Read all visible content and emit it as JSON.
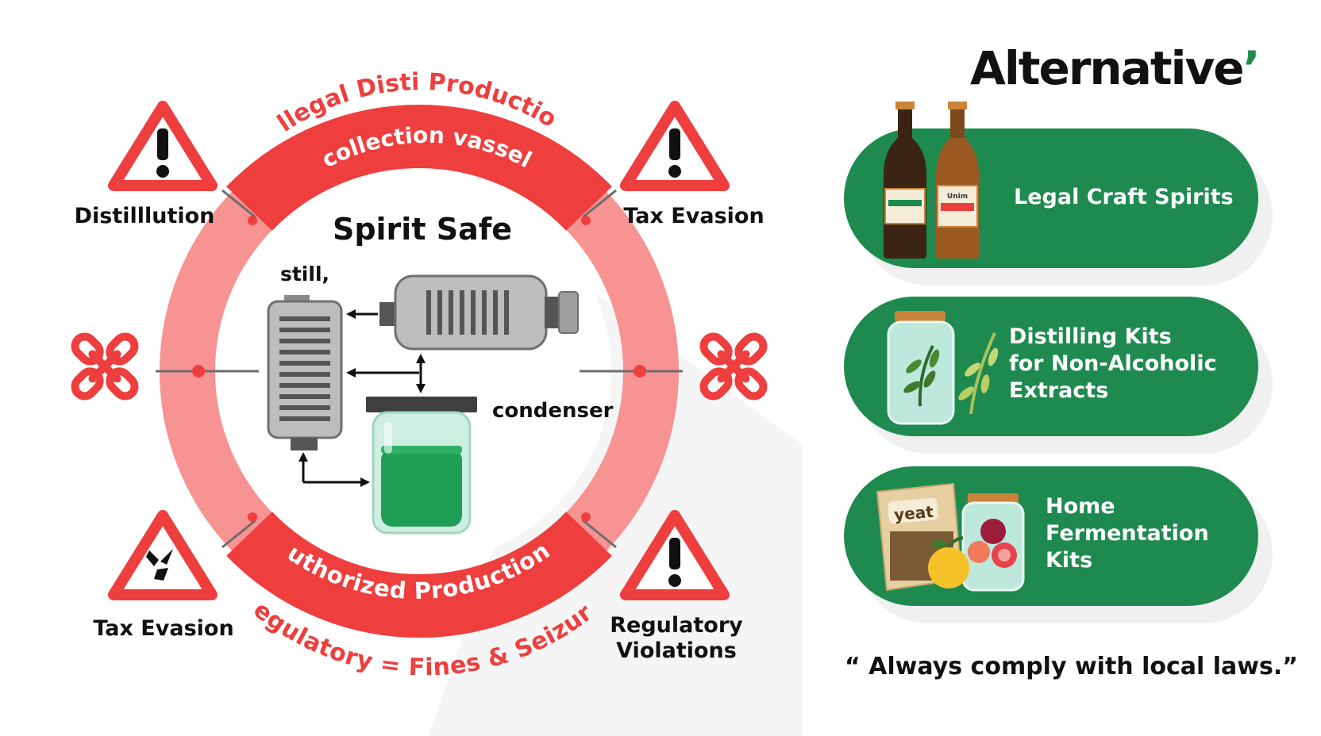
{
  "diagram": {
    "arc_top_outer": "Illegal Disti Production",
    "arc_top_band": "collection vassel",
    "center_title": "Spirit Safe",
    "still_label": "still,",
    "condenser_label": "condenser",
    "arc_bottom_band": "Authorized Productions",
    "arc_bottom_outer": "Regulatory = Fines & Seizure'",
    "warnings": {
      "top_left": "Distilllution",
      "top_right": "Tax Evasion",
      "bottom_left": "Tax Evasion",
      "bottom_right_line1": "Regulatory",
      "bottom_right_line2": "Violations"
    }
  },
  "alternatives": {
    "heading": "Alternative",
    "items": [
      {
        "label": "Legal Craft Spirits",
        "icon": "bottles-icon",
        "bottle_tag": "Unim"
      },
      {
        "label": "Distilling Kits\nfor Non-Alcoholic\nExtracts",
        "icon": "herb-jar-icon"
      },
      {
        "label": "Home\nFermentation\nKits",
        "icon": "yeast-fruit-icon",
        "bag_label": "yeat"
      }
    ],
    "footer": "“ Always comply with local laws.”"
  },
  "colors": {
    "red": "#ee3e3e",
    "light_red": "#f79393",
    "green": "#1e8a50",
    "liquid": "#1f9e55"
  }
}
